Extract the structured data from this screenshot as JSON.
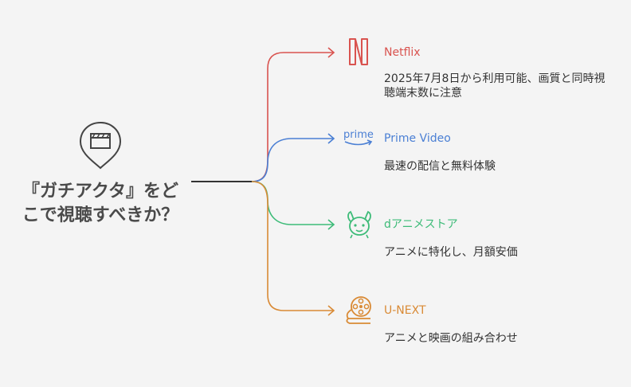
{
  "root": {
    "icon": "clapperboard-icon",
    "title": "『ガチアクタ』をどこで視聴すべきか？"
  },
  "branches": [
    {
      "title": "Netflix",
      "description": "2025年7月8日から利用可能、画質と同時視聴端末数に注意",
      "color": "#d9534f",
      "icon": "netflix-icon"
    },
    {
      "title": "Prime Video",
      "description": "最速の配信と無料体験",
      "color": "#4a7fd4",
      "icon": "prime-icon"
    },
    {
      "title": "dアニメストア",
      "description": "アニメに特化し、月額安価",
      "color": "#3dbb78",
      "icon": "danime-icon"
    },
    {
      "title": "U-NEXT",
      "description": "アニメと映画の組み合わせ",
      "color": "#d98a35",
      "icon": "film-reel-icon"
    }
  ],
  "brand_text": {
    "prime": "prime"
  },
  "connector_color": "#333333"
}
